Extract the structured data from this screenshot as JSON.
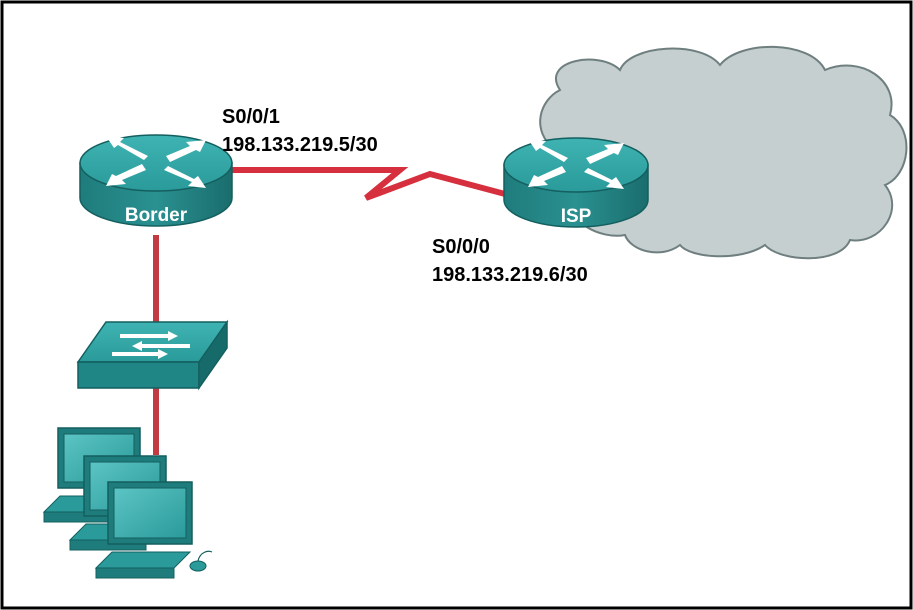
{
  "diagram": {
    "routers": [
      {
        "id": "border",
        "label": "Border"
      },
      {
        "id": "isp",
        "label": "ISP"
      }
    ],
    "links": [
      {
        "from": "border",
        "to": "isp",
        "type": "serial",
        "border_interface": "S0/0/1",
        "border_ip": "198.133.219.5/30",
        "isp_interface": "S0/0/0",
        "isp_ip": "198.133.219.6/30"
      }
    ],
    "devices": [
      "switch",
      "workstation",
      "workstation",
      "workstation",
      "internet-cloud"
    ],
    "colors": {
      "device": "#2a9a9a",
      "device_dark": "#1f7c7c",
      "link": "#d6303e",
      "ethernet": "#c23a42",
      "cloud": "#c6cfcf"
    }
  }
}
